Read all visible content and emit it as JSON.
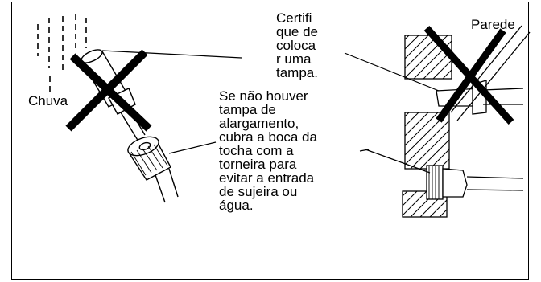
{
  "labels": {
    "rain": "Chuva",
    "wall": "Parede",
    "cap_note": "Certifi\nque de\ncoloca\nr uma\ntampa.",
    "no_cap_note": "Se não houver\ntampa de\nalargamento,\ncubra a boca da\ntocha com a\ntorneira para\nevitar a entrada\nde sujeira ou\nágua."
  },
  "colors": {
    "line": "#000000",
    "background": "#ffffff"
  }
}
